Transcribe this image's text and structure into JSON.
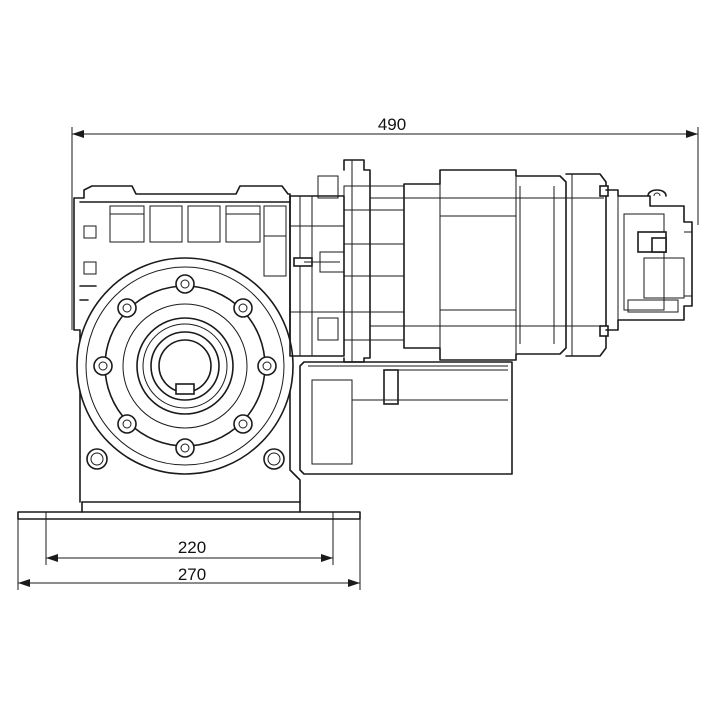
{
  "dimensions": {
    "overall_length": "490",
    "base_inner": "220",
    "base_outer": "270"
  },
  "colors": {
    "line": "#1a1a1a",
    "background": "#ffffff"
  }
}
